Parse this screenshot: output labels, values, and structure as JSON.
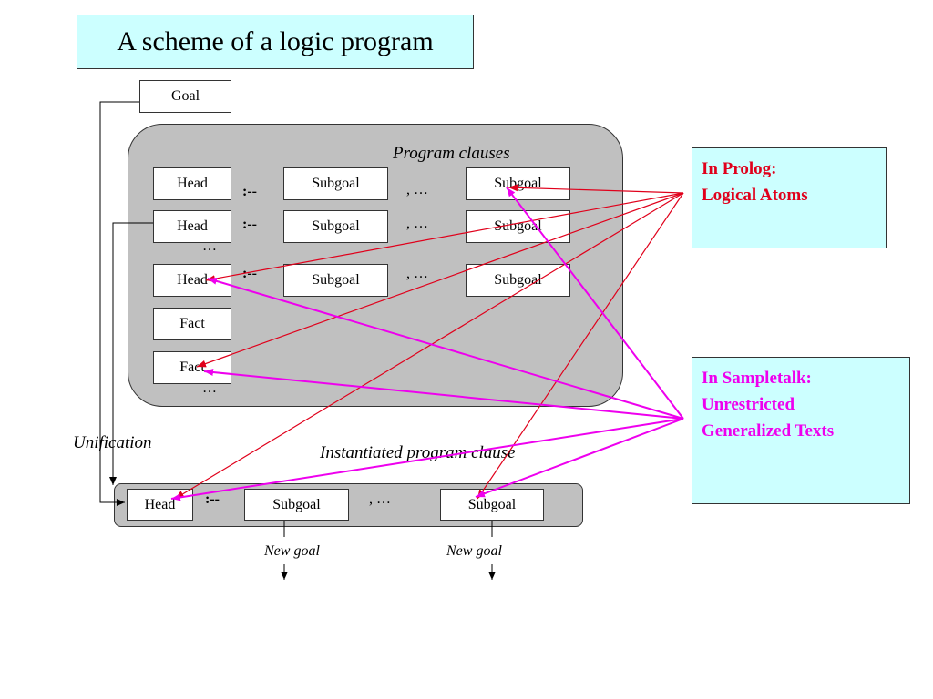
{
  "title": "A scheme of a logic program",
  "colors": {
    "title_bg": "#ccffff",
    "panel": "#c0c0c0",
    "prolog": "#e0001b",
    "sampletalk": "#ee00ee"
  },
  "goal": "Goal",
  "program": {
    "label": "Program clauses",
    "rows": [
      {
        "head": "Head",
        "neck": ":--",
        "sub1": "Subgoal",
        "sep": ", …",
        "sub2": "Subgoal"
      },
      {
        "head": "Head",
        "neck": ":--",
        "sub1": "Subgoal",
        "sep": ", …",
        "sub2": "Subgoal"
      },
      {
        "head": "Head",
        "neck": ":--",
        "sub1": "Subgoal",
        "sep": ", …",
        "sub2": "Subgoal"
      }
    ],
    "facts": [
      "Fact",
      "Fact"
    ],
    "ellipsis": "…"
  },
  "unification": "Unification",
  "instantiated": {
    "label": "Instantiated program clause",
    "head": "Head",
    "neck": ":--",
    "sub1": "Subgoal",
    "sep": ", …",
    "sub2": "Subgoal",
    "new_goal": "New goal"
  },
  "prolog_note": {
    "line1": "In Prolog:",
    "line2": "Logical Atoms"
  },
  "sampletalk_note": {
    "line1": "In Sampletalk:",
    "line2": "Unrestricted",
    "line3": "Generalized Texts"
  }
}
